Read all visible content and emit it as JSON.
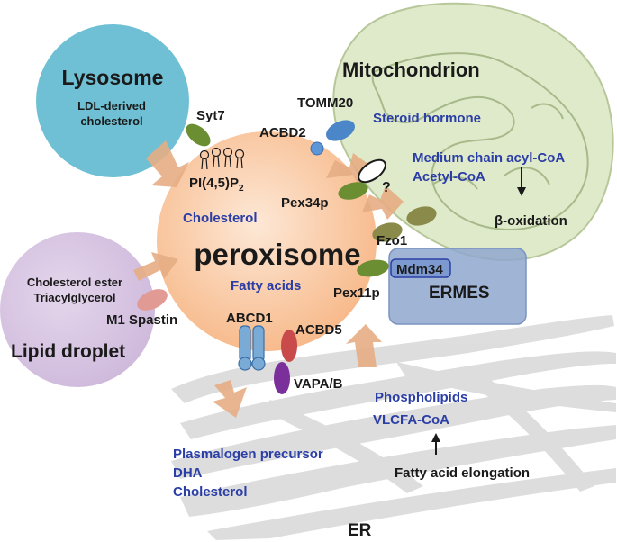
{
  "colors": {
    "lysosome": "#6fc0d4",
    "mitochondrion": "#dfeacb",
    "lipid_droplet": "#cdb7da",
    "peroxisome_center": "#fde8d6",
    "peroxisome_edge": "#f7b98a",
    "er": "#dcdcdc",
    "ermes": "#8fa7cf",
    "arrow": "#e6ad84",
    "protein_green": "#6b8e32",
    "protein_olive": "#8a8a4a",
    "protein_blue": "#4a86c8",
    "protein_red": "#c94a4a",
    "protein_purple": "#7a2f9a",
    "protein_pink": "#e29a95",
    "text_blue": "#2b3ea6",
    "text_black": "#1a1a1a"
  },
  "organelles": {
    "lysosome": {
      "title": "Lysosome",
      "cargo_line1": "LDL-derived",
      "cargo_line2": "cholesterol"
    },
    "mitochondrion": {
      "title": "Mitochondrion",
      "steroid": "Steroid hormone",
      "acyl1": "Medium chain acyl-CoA",
      "acyl2": "Acetyl-CoA",
      "beta_ox": "β-oxidation"
    },
    "lipid_droplet": {
      "title": "Lipid droplet",
      "cargo_line1": "Cholesterol ester",
      "cargo_line2": "Triacylglycerol"
    },
    "peroxisome": {
      "title": "peroxisome",
      "cholesterol": "Cholesterol",
      "fatty_acids": "Fatty acids"
    },
    "ermes": {
      "title": "ERMES"
    },
    "er": {
      "title": "ER",
      "phospholipids": "Phospholipids",
      "vlcfa": "VLCFA-CoA",
      "elongation": "Fatty acid elongation"
    }
  },
  "proteins": {
    "syt7": "Syt7",
    "pip2": "PI(4,5)P",
    "pip2_sub": "2",
    "tomm20": "TOMM20",
    "acbd2": "ACBD2",
    "unknown": "?",
    "pex34p": "Pex34p",
    "fzo1": "Fzo1",
    "mdm34": "Mdm34",
    "pex11p": "Pex11p",
    "m1_spastin": "M1 Spastin",
    "abcd1": "ABCD1",
    "acbd5": "ACBD5",
    "vapab": "VAPA/B"
  },
  "exports": {
    "line1": "Plasmalogen precursor",
    "line2": "DHA",
    "line3": "Cholesterol"
  }
}
